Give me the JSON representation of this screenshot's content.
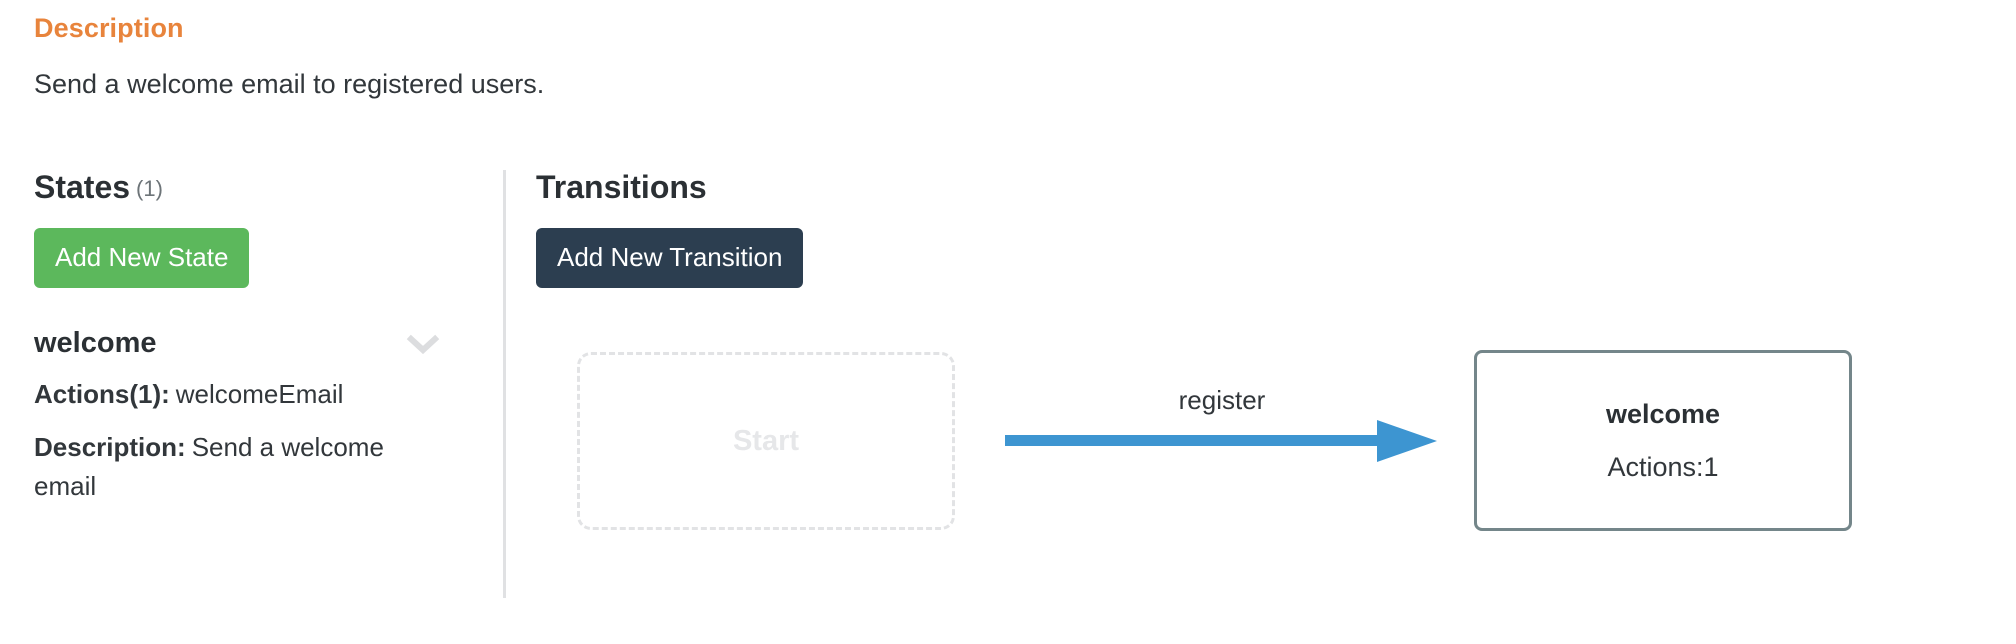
{
  "description": {
    "heading": "Description",
    "text": "Send a welcome email to registered users."
  },
  "states_panel": {
    "title": "States",
    "count": "(1)",
    "add_button_label": "Add New State",
    "collapse_icon": "chevron-down-icon",
    "items": [
      {
        "name": "welcome",
        "actions_label": "Actions(1):",
        "actions_value": "welcomeEmail",
        "description_label": "Description:",
        "description_value": "Send a welcome email"
      }
    ]
  },
  "transitions_panel": {
    "title": "Transitions",
    "add_button_label": "Add New Transition",
    "graph": {
      "start_node_label": "Start",
      "edges": [
        {
          "label": "register",
          "from": "Start",
          "to": "welcome"
        }
      ],
      "nodes": [
        {
          "title": "welcome",
          "actions": "Actions:1"
        }
      ]
    }
  },
  "colors": {
    "accent_orange": "#e8843c",
    "add_state_green": "#5cb85c",
    "add_transition_navy": "#2c3e50",
    "arrow_blue": "#3d95d1",
    "node_border_gray": "#74868a",
    "start_node_gray": "#e2e3e5",
    "divider_gray": "#e0e1e3"
  }
}
